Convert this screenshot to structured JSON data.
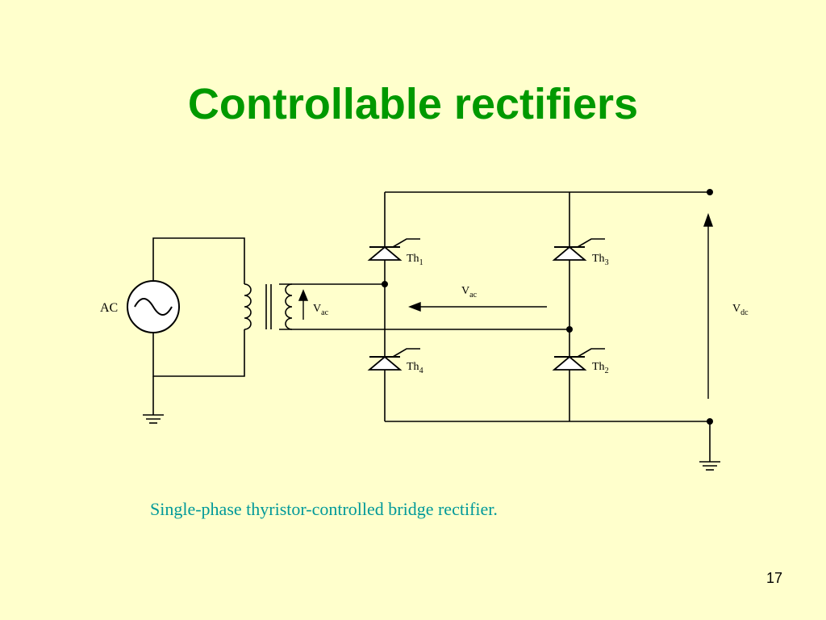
{
  "slide": {
    "title": "Controllable rectifiers",
    "caption": "Single-phase thyristor-controlled bridge rectifier.",
    "page_number": "17"
  },
  "circuit": {
    "source_label": "AC",
    "thyristors": [
      {
        "base": "Th",
        "sub": "1"
      },
      {
        "base": "Th",
        "sub": "3"
      },
      {
        "base": "Th",
        "sub": "4"
      },
      {
        "base": "Th",
        "sub": "2"
      }
    ],
    "secondary_voltage": {
      "base": "V",
      "sub": "ac"
    },
    "bridge_voltage": {
      "base": "V",
      "sub": "ac"
    },
    "output_voltage": {
      "base": "V",
      "sub": "dc"
    }
  }
}
